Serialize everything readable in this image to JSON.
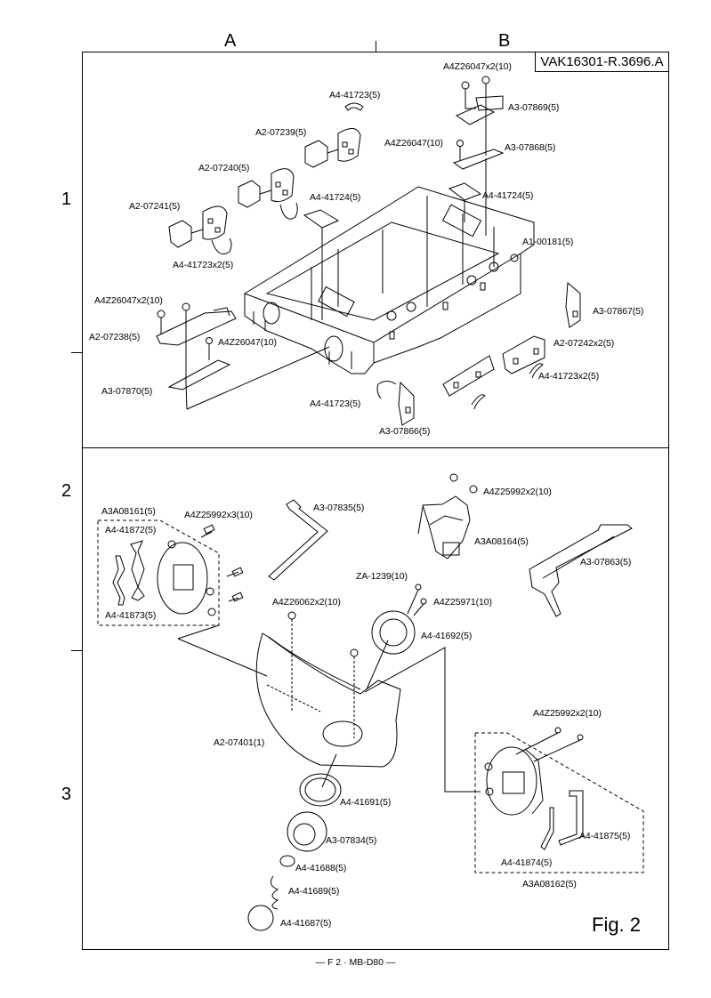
{
  "document": {
    "doc_id": "VAK16301-R.3696.A",
    "figure_label": "Fig. 2",
    "footer": "— F 2 · MB-D80 —"
  },
  "grid": {
    "columns": [
      "A",
      "B"
    ],
    "rows": [
      "1",
      "2",
      "3"
    ]
  },
  "sections": {
    "top": {
      "labels": [
        "A4Z26047x2(10)",
        "A4-41723(5)",
        "A3-07869(5)",
        "A2-07239(5)",
        "A4Z26047(10)",
        "A3-07868(5)",
        "A2-07240(5)",
        "A4-41724(5)",
        "A4-41724(5)",
        "A2-07241(5)",
        "A1-00181(5)",
        "A4-41723x2(5)",
        "A4Z26047x2(10)",
        "A3-07867(5)",
        "A2-07238(5)",
        "A4Z26047(10)",
        "A2-07242x2(5)",
        "A4-41723x2(5)",
        "A3-07870(5)",
        "A4-41723(5)",
        "A3-07866(5)"
      ]
    },
    "bottom": {
      "labels": [
        "A3-07835(5)",
        "A4Z25992x2(10)",
        "A3A08161(5)",
        "A4Z25992x3(10)",
        "A4-41872(5)",
        "A3A08164(5)",
        "A3-07863(5)",
        "ZA-1239(10)",
        "A4Z26062x2(10)",
        "A4Z25971(10)",
        "A4-41873(5)",
        "A4-41692(5)",
        "A4Z25992x2(10)",
        "A2-07401(1)",
        "A4-41691(5)",
        "A3-07834(5)",
        "A4-41875(5)",
        "A4-41688(5)",
        "A4-41874(5)",
        "A4-41689(5)",
        "A3A08162(5)",
        "A4-41687(5)"
      ]
    }
  }
}
